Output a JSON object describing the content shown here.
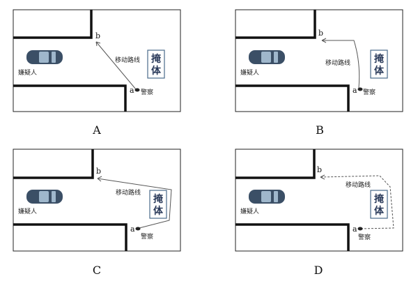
{
  "panels": [
    {
      "id": "A",
      "caption": "A",
      "point_a": "a",
      "point_b": "b",
      "suspect_label": "嫌疑人",
      "police_label": "警察",
      "route_label": "移动路线",
      "cover_chars": [
        "掩",
        "体"
      ],
      "route_style": "solid",
      "route": "direct"
    },
    {
      "id": "B",
      "caption": "B",
      "point_a": "a",
      "point_b": "b",
      "suspect_label": "嫌疑人",
      "police_label": "警察",
      "route_label": "移动路线",
      "cover_chars": [
        "掩",
        "体"
      ],
      "route_style": "solid",
      "route": "curved"
    },
    {
      "id": "C",
      "caption": "C",
      "point_a": "a",
      "point_b": "b",
      "suspect_label": "嫌疑人",
      "police_label": "警察",
      "route_label": "移动路线",
      "cover_chars": [
        "掩",
        "体"
      ],
      "route_style": "solid",
      "route": "around_cover"
    },
    {
      "id": "D",
      "caption": "D",
      "point_a": "a",
      "point_b": "b",
      "suspect_label": "嫌疑人",
      "police_label": "警察",
      "route_label": "移动路线",
      "cover_chars": [
        "掩",
        "体"
      ],
      "route_style": "dashed",
      "route": "wide_around_cover"
    }
  ],
  "colors": {
    "wall": "#111111",
    "route": "#555555",
    "car_body": "#3b4f66",
    "car_glass": "#9fb7cc",
    "cover_border": "#4a6a8a"
  }
}
